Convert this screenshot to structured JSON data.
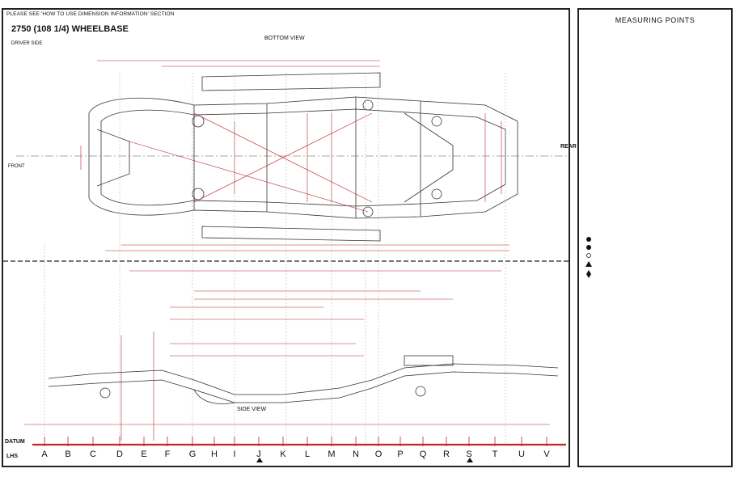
{
  "header": {
    "notice": "PLEASE SEE 'HOW TO USE DIMENSION INFORMATION' SECTION",
    "wheelbase": "2750 (108 1/4) WHEELBASE",
    "driver_side": "DRIVER SIDE"
  },
  "views": {
    "bottom_view": "BOTTOM VIEW",
    "side_view": "SIDE VIEW",
    "front_label": "FRONT",
    "rear_label": "REAR"
  },
  "datum": {
    "datum_label": "DATUM",
    "lhs_label": "LHS",
    "letters": [
      "A",
      "B",
      "C",
      "D",
      "E",
      "F",
      "G",
      "H",
      "I",
      "J",
      "K",
      "L",
      "M",
      "N",
      "O",
      "P",
      "Q",
      "R",
      "S",
      "T",
      "U",
      "V"
    ]
  },
  "measuring_points": {
    "title": "MEASURING POINTS"
  },
  "colors": {
    "dimension_red": "#c0262c",
    "frame_black": "#222222"
  }
}
